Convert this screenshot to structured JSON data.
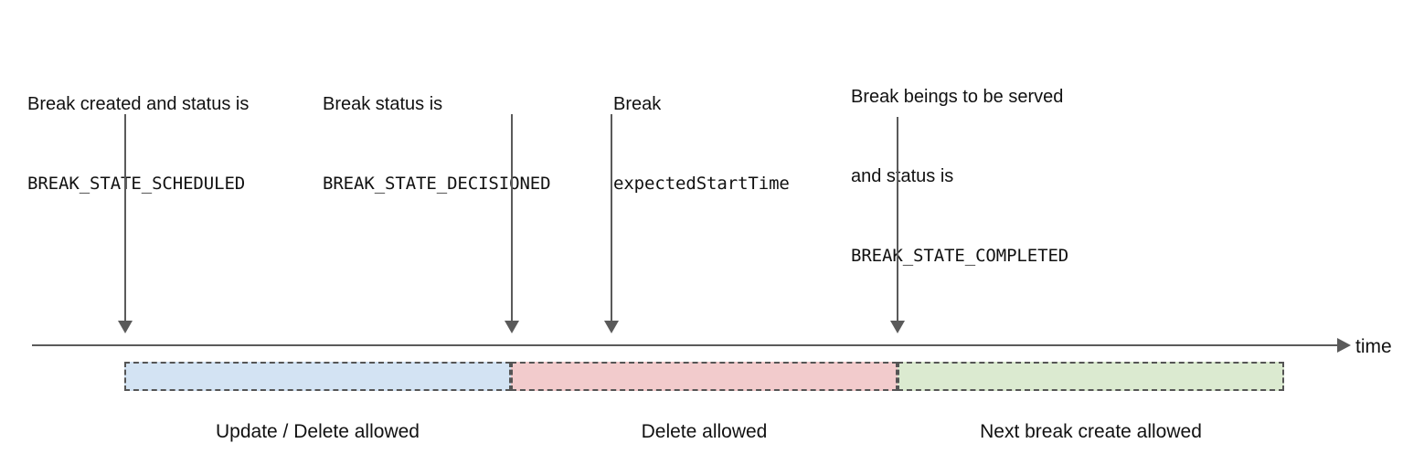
{
  "diagram": {
    "title": "Break lifecycle timeline",
    "axis": {
      "label": "time",
      "arrow_icon": "arrow-right-icon"
    },
    "colors": {
      "blue_fill": "#d3e3f3",
      "pink_fill": "#f2cbcc",
      "green_fill": "#dbead0",
      "border": "#555555",
      "arrow": "#5a5a5a",
      "text": "#111111"
    },
    "events": [
      {
        "id": "scheduled",
        "prose": "Break created and status is",
        "code": "BREAK_STATE_SCHEDULED",
        "marker_icon": "arrow-down-icon"
      },
      {
        "id": "decisioned",
        "prose": "Break status is",
        "code": "BREAK_STATE_DECISIONED",
        "marker_icon": "arrow-down-icon"
      },
      {
        "id": "expected-start",
        "prose": "Break",
        "code": "expectedStartTime",
        "marker_icon": "arrow-down-icon"
      },
      {
        "id": "completed",
        "prose_line1": "Break beings to be served",
        "prose_line2": "and status is",
        "code": "BREAK_STATE_COMPLETED",
        "marker_icon": "arrow-down-icon"
      }
    ],
    "phases": [
      {
        "id": "update-delete",
        "caption": "Update / Delete allowed",
        "color": "#d3e3f3"
      },
      {
        "id": "delete",
        "caption": "Delete allowed",
        "color": "#f2cbcc"
      },
      {
        "id": "next-break-create",
        "caption": "Next break create allowed",
        "color": "#dbead0"
      }
    ]
  }
}
